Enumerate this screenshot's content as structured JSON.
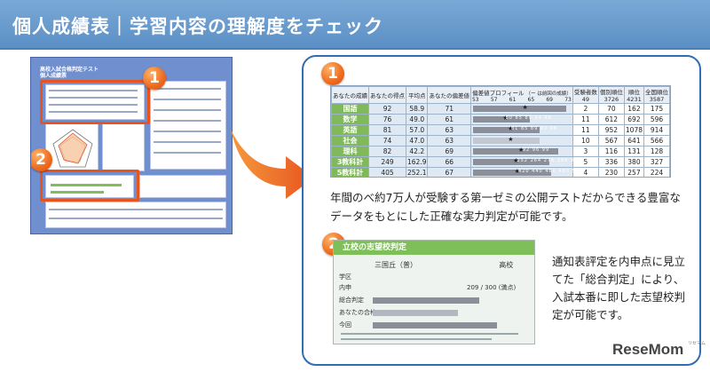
{
  "banner": {
    "title": "個人成績表｜学習内容の理解度をチェック"
  },
  "thumbnail": {
    "sheet_title_line1": "高校入試合格判定テスト",
    "sheet_title_line2": "個人成績票",
    "badge1": "1",
    "badge2": "2"
  },
  "table": {
    "badge": "1",
    "headers": {
      "subject": "あなたの成績",
      "score": "あなたの得点",
      "average": "平均点",
      "deviation": "あなたの偏差値",
      "profile": "偏差値プロフィール",
      "profile_note": "（ー は前回の成績）",
      "examinees": "受験者数",
      "rank_a": "個別順位",
      "rank_b": "順位",
      "rank_c": "全国順位"
    },
    "ticks": [
      "53",
      "57",
      "61",
      "65",
      "69",
      "73"
    ],
    "header_counts": [
      "49",
      "3726",
      "4231",
      "3587"
    ],
    "rows": [
      {
        "subject": "国語",
        "score": "92",
        "avg": "58.9",
        "dev": "71",
        "examinees": "2",
        "rank_a": "70",
        "rank_b": "162",
        "rank_c": "175",
        "bar": 0.78,
        "light": false,
        "labels": ""
      },
      {
        "subject": "数学",
        "score": "76",
        "avg": "49.0",
        "dev": "61",
        "examinees": "11",
        "rank_a": "612",
        "rank_b": "692",
        "rank_c": "596",
        "bar": 0.48,
        "light": false,
        "labels": "80 85 89 94 99"
      },
      {
        "subject": "英語",
        "score": "81",
        "avg": "57.0",
        "dev": "63",
        "examinees": "11",
        "rank_a": "952",
        "rank_b": "1078",
        "rank_c": "914",
        "bar": 0.56,
        "light": false,
        "labels": "81 85 89 92 96"
      },
      {
        "subject": "社会",
        "score": "74",
        "avg": "47.0",
        "dev": "63",
        "examinees": "10",
        "rank_a": "567",
        "rank_b": "641",
        "rank_c": "566",
        "bar": 0.56,
        "light": true,
        "labels": ""
      },
      {
        "subject": "理科",
        "score": "82",
        "avg": "42.2",
        "dev": "69",
        "examinees": "3",
        "rank_a": "116",
        "rank_b": "131",
        "rank_c": "128",
        "bar": 0.72,
        "light": false,
        "labels": "92 96 99"
      },
      {
        "subject": "3教科計",
        "score": "249",
        "avg": "162.9",
        "dev": "66",
        "examinees": "5",
        "rank_a": "336",
        "rank_b": "380",
        "rank_c": "327",
        "bar": 0.64,
        "light": false,
        "labels": "252 264 276 288 300"
      },
      {
        "subject": "5教科計",
        "score": "405",
        "avg": "252.1",
        "dev": "67",
        "examinees": "4",
        "rank_a": "230",
        "rank_b": "257",
        "rank_c": "224",
        "bar": 0.66,
        "light": false,
        "labels": "420 440 460 480 500"
      }
    ]
  },
  "description": "年間のべ約7万人が受験する第一ゼミの公開テストだからできる豊富なデータをもとにした正確な実力判定が可能です。",
  "school": {
    "badge": "2",
    "title": "立校の志望校判定",
    "name": "三国丘（普）",
    "type": "高校",
    "total_label": "209 / 300 (満点)",
    "row_labels": [
      "学区",
      "内申",
      "総合判定",
      "あなたの合格",
      "今回"
    ]
  },
  "side_text": "通知表評定を内申点に見立てた「総合判定」により、入試本番に即した志望校判定が可能です。",
  "logo": {
    "text": "ReseMom",
    "sub": "リセマム"
  }
}
